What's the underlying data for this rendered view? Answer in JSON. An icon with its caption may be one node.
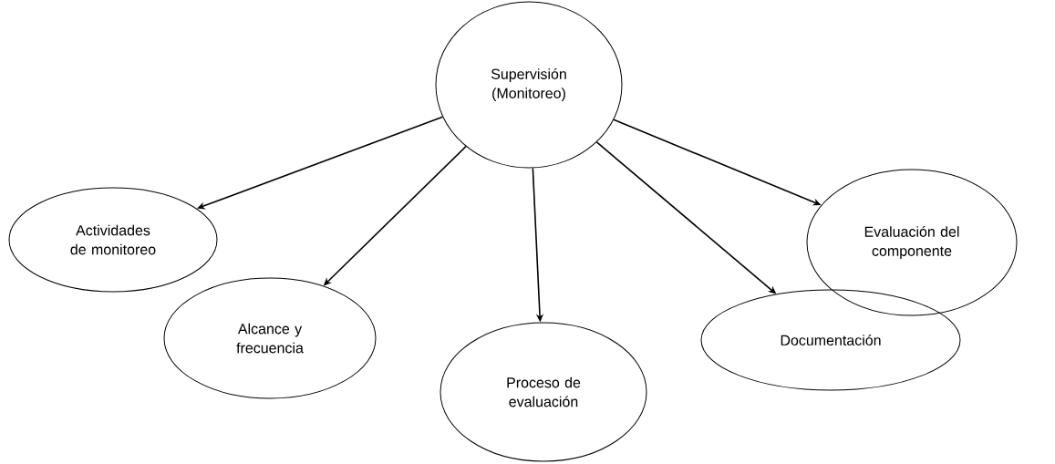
{
  "diagram": {
    "nodes": [
      {
        "text": [
          "Supervisión (Monitoreo)"
        ]
      },
      {
        "text": [
          "Actividades de monitoreo"
        ]
      },
      {
        "text": [
          "Evaluación del componente"
        ]
      },
      {
        "text": [
          "Alcance y frecuencia"
        ]
      },
      {
        "text": [
          "Proceso de evaluación"
        ]
      },
      {
        "text": [
          "Documentación"
        ]
      }
    ],
    "edges": [
      {
        "from": 0,
        "to": 1,
        "arrow": "to"
      },
      {
        "from": 0,
        "to": 3,
        "arrow": "to"
      },
      {
        "from": 0,
        "to": 4,
        "arrow": "to"
      },
      {
        "from": 0,
        "to": 5,
        "arrow": "to"
      },
      {
        "from": 0,
        "to": 2,
        "arrow": "to"
      }
    ]
  }
}
